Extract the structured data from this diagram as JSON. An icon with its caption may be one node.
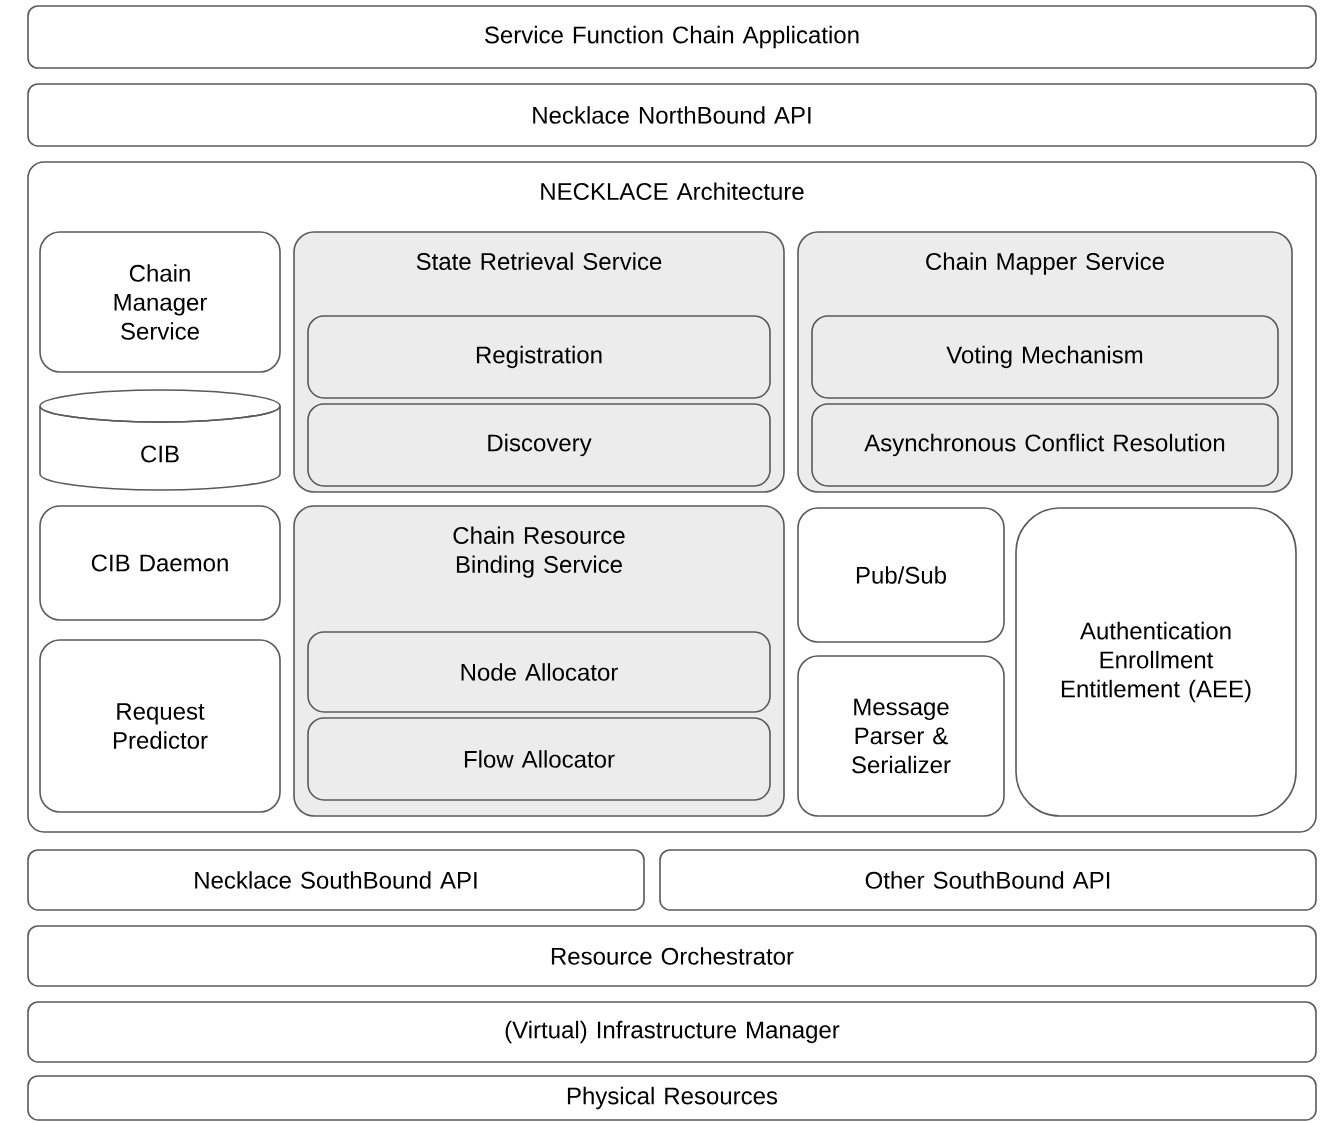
{
  "diagram": {
    "nodes": [
      {
        "text": [
          "Service Function Chain Application"
        ]
      },
      {
        "text": [
          "Necklace NorthBound API"
        ]
      },
      {
        "text": [
          "NECKLACE Architecture"
        ]
      },
      {
        "text": [
          "Chain Manager Service"
        ],
        "in": 2
      },
      {
        "text": [
          "CIB"
        ],
        "in": 2
      },
      {
        "text": [
          "CIB Daemon"
        ],
        "in": 2
      },
      {
        "text": [
          "Request Predictor"
        ],
        "in": 2
      },
      {
        "text": [
          "State Retrieval Service"
        ],
        "in": 2
      },
      {
        "text": [
          "Registration"
        ],
        "in": 7
      },
      {
        "text": [
          "Discovery"
        ],
        "in": 7
      },
      {
        "text": [
          "Chain Mapper Service"
        ],
        "in": 2
      },
      {
        "text": [
          "Voting Mechanism"
        ],
        "in": 10
      },
      {
        "text": [
          "Asynchronous Conflict Resolution"
        ],
        "in": 10
      },
      {
        "text": [
          "Chain Resource Binding Service"
        ],
        "in": 2
      },
      {
        "text": [
          "Node Allocator"
        ],
        "in": 13
      },
      {
        "text": [
          "Flow Allocator"
        ],
        "in": 13
      },
      {
        "text": [
          "Pub/Sub"
        ],
        "in": 2
      },
      {
        "text": [
          "Message Parser & Serializer"
        ],
        "in": 2
      },
      {
        "text": [
          "Authentication Enrollment Entitlement (AEE)"
        ],
        "in": 2
      },
      {
        "text": [
          "Necklace SouthBound API"
        ]
      },
      {
        "text": [
          "Other SouthBound API"
        ]
      },
      {
        "text": [
          "Resource Orchestrator"
        ]
      },
      {
        "text": [
          "(Virtual) Infrastructure Manager"
        ]
      },
      {
        "text": [
          "Physical Resources"
        ]
      }
    ]
  }
}
